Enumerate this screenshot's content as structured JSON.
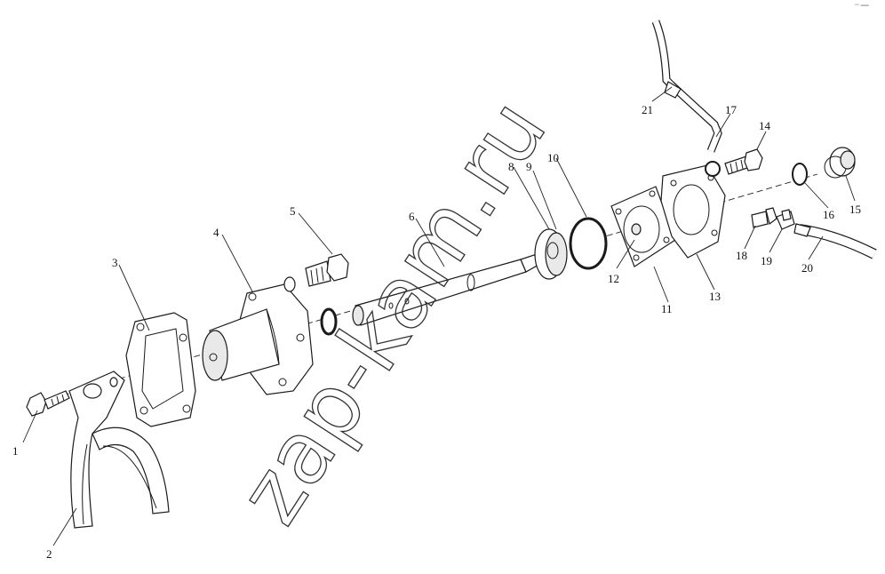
{
  "watermark": "zap-kam.ru",
  "corner_mark": "ᵃᵐ ═══",
  "callouts": [
    {
      "id": "1",
      "label": "1"
    },
    {
      "id": "2",
      "label": "2"
    },
    {
      "id": "3",
      "label": "3"
    },
    {
      "id": "4",
      "label": "4"
    },
    {
      "id": "5",
      "label": "5"
    },
    {
      "id": "6",
      "label": "6"
    },
    {
      "id": "8",
      "label": "8"
    },
    {
      "id": "9",
      "label": "9"
    },
    {
      "id": "10",
      "label": "10"
    },
    {
      "id": "11",
      "label": "11"
    },
    {
      "id": "12",
      "label": "12"
    },
    {
      "id": "13",
      "label": "13"
    },
    {
      "id": "14",
      "label": "14"
    },
    {
      "id": "15",
      "label": "15"
    },
    {
      "id": "16",
      "label": "16"
    },
    {
      "id": "17",
      "label": "17"
    },
    {
      "id": "18",
      "label": "18"
    },
    {
      "id": "19",
      "label": "19"
    },
    {
      "id": "20",
      "label": "20"
    },
    {
      "id": "21",
      "label": "21"
    }
  ]
}
